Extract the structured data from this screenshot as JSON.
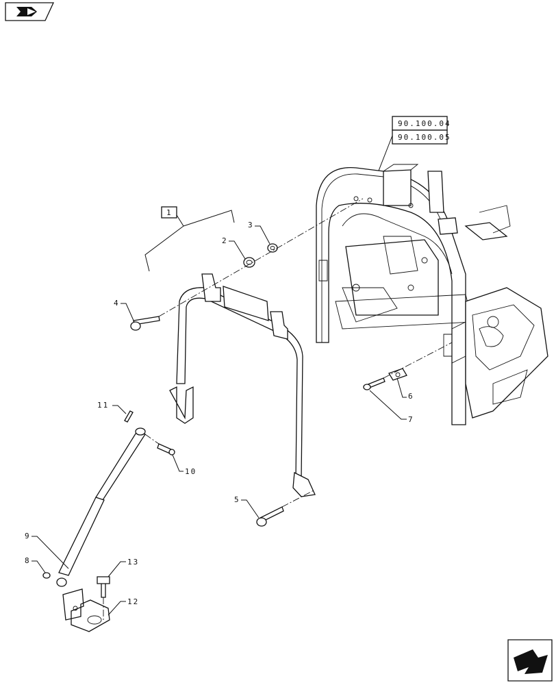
{
  "callouts": {
    "c1": "1",
    "c2": "2",
    "c3": "3",
    "c4": "4",
    "c5": "5",
    "c6": "6",
    "c7": "7",
    "c8": "8",
    "c9": "9",
    "c10": "10",
    "c11": "11",
    "c12": "12",
    "c13": "13"
  },
  "references": {
    "ref_a": "90.100.04",
    "ref_b": "90.100.05"
  },
  "icons": {
    "top_left": "prev-page-arrow-icon",
    "bottom_right": "next-page-arrow-icon"
  }
}
